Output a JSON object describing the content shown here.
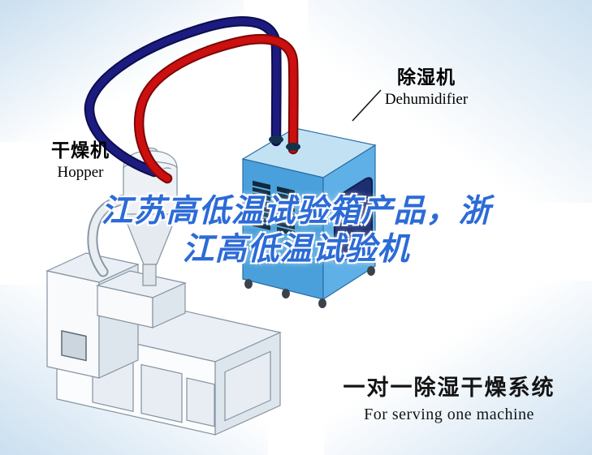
{
  "diagram": {
    "dehumidifier_label": {
      "zh": "除湿机",
      "en": "Dehumidifier"
    },
    "hopper_label": {
      "zh": "干燥机",
      "en": "Hopper"
    }
  },
  "headline": {
    "line1": "江苏高低温试验箱产品，浙",
    "line2": "江高低温试验机",
    "color": "#2c6bd6"
  },
  "caption": {
    "zh": "一对一除湿干燥系统",
    "en": "For serving one machine"
  },
  "colors": {
    "headline_blue": "#2c6bd6",
    "pipe_red": "#cc0f0f",
    "pipe_red_outline": "#7c0808",
    "pipe_navy": "#1b1b80",
    "pipe_navy_outline": "#0d0d4d",
    "machine_front": "#4aa0da",
    "machine_side": "#5fb0e6",
    "machine_top": "#c2e2f4",
    "panel_navy": "#1d2f72",
    "corner_tint": "#c7ddef"
  }
}
